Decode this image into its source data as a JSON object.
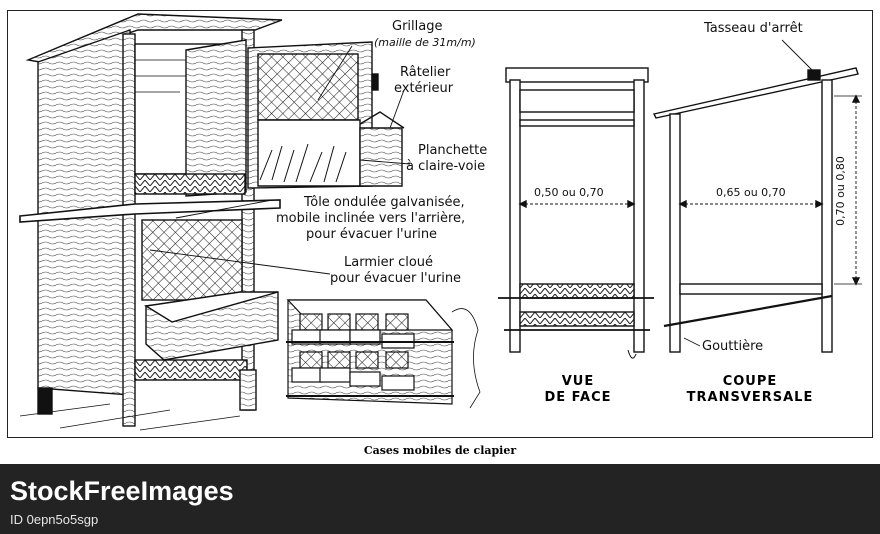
{
  "labels": {
    "grillage": "Grillage",
    "maille": "(maille de 31m/m)",
    "ratelier_1": "Râtelier",
    "ratelier_2": "extérieur",
    "planchette_1": "Planchette",
    "planchette_2": "à claire-voie",
    "tole_1": "Tôle ondulée galvanisée,",
    "tole_2": "mobile inclinée vers l'arrière,",
    "tole_3": "pour évacuer l'urine",
    "larmier_1": "Larmier cloué",
    "larmier_2": "pour évacuer l'urine",
    "tasseau": "Tasseau d'arrêt",
    "dim_face": "0,50 ou 0,70",
    "dim_coupe": "0,65 ou 0,70",
    "dim_vert": "0,70 ou 0,80",
    "gouttiere": "Gouttière",
    "vue_1": "VUE",
    "vue_2": "DE FACE",
    "coupe_1": "COUPE",
    "coupe_2": "TRANSVERSALE"
  },
  "caption": "Cases mobiles de clapier",
  "footer": {
    "brand_prefix": "Stock",
    "brand_suffix": "Free",
    "brand_tail": "Images",
    "image_id": "ID 0epn5o5sgp"
  },
  "colors": {
    "ink": "#111111",
    "footer_bg": "#232323"
  }
}
